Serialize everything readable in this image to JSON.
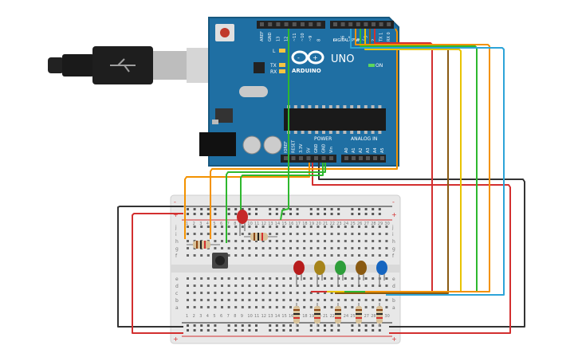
{
  "board": {
    "brand": "ARDUINO",
    "model": "UNO",
    "digital_header": "DIGITAL (PWM~)",
    "power_header": "POWER",
    "analog_header": "ANALOG IN",
    "on_label": "ON",
    "l_label": "L",
    "tx_label": "TX",
    "rx_label": "RX",
    "top_pins": [
      "AREF",
      "GND",
      "13",
      "12",
      "~11",
      "~10",
      "~9",
      "8",
      "7",
      "~6",
      "~5",
      "4",
      "~3",
      "2",
      "TX 1",
      "RX 0"
    ],
    "power_pins": [
      "IOREF",
      "RESET",
      "3.3V",
      "5V",
      "GND",
      "GND",
      "Vin"
    ],
    "analog_pins": [
      "A0",
      "A1",
      "A2",
      "A3",
      "A4",
      "A5"
    ]
  },
  "breadboard": {
    "col_numbers": [
      "1",
      "2",
      "3",
      "4",
      "5",
      "6",
      "7",
      "8",
      "9",
      "10",
      "11",
      "12",
      "13",
      "14",
      "15",
      "16",
      "17",
      "18",
      "19",
      "20",
      "21",
      "22",
      "23",
      "24",
      "25",
      "26",
      "27",
      "28",
      "29",
      "30"
    ],
    "row_letters_top": [
      "j",
      "i",
      "h",
      "g",
      "f"
    ],
    "row_letters_bottom": [
      "e",
      "d",
      "c",
      "b",
      "a"
    ],
    "plus": "+",
    "minus": "-"
  },
  "components": {
    "leds": [
      {
        "name": "led-red-top",
        "color": "#c62828"
      },
      {
        "name": "led-red",
        "color": "#b71c1c"
      },
      {
        "name": "led-yellow",
        "color": "#a6841a"
      },
      {
        "name": "led-green",
        "color": "#2e9e3a"
      },
      {
        "name": "led-orange",
        "color": "#8a5a12"
      },
      {
        "name": "led-blue",
        "color": "#1565c0"
      }
    ],
    "wire_colors": {
      "red": "#d32f2f",
      "black": "#333333",
      "orange": "#f39200",
      "green": "#2eb82e",
      "yellow": "#e8c400",
      "cyan": "#2da4d8"
    }
  }
}
